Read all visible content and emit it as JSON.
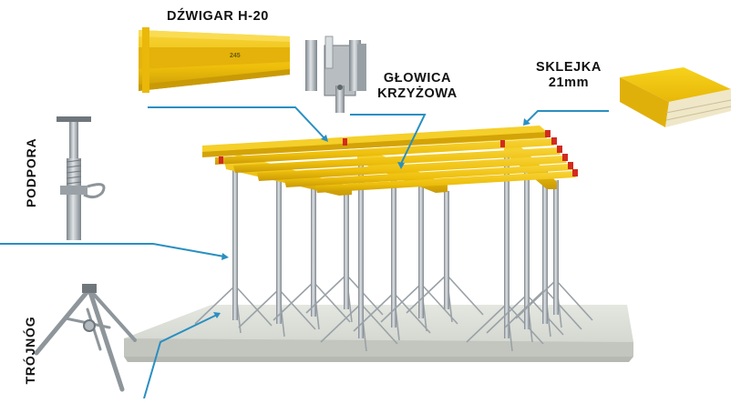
{
  "labels": {
    "beam": "DŹWIGAR H-20",
    "head_line1": "GŁOWICA",
    "head_line2": "KRZYŻOWA",
    "plywood_line1": "SKLEJKA",
    "plywood_line2": "21mm",
    "prop": "PODPORA",
    "tripod": "TRÓJNÓG",
    "beam_marking": "245"
  },
  "colors": {
    "beam_yellow": "#f2c40d",
    "beam_shadow": "#c99a06",
    "pointer_blue": "#2a8fc1",
    "steel": "#a9b0b5",
    "slab": "#d9dcd6",
    "red_cap": "#d22a20"
  }
}
